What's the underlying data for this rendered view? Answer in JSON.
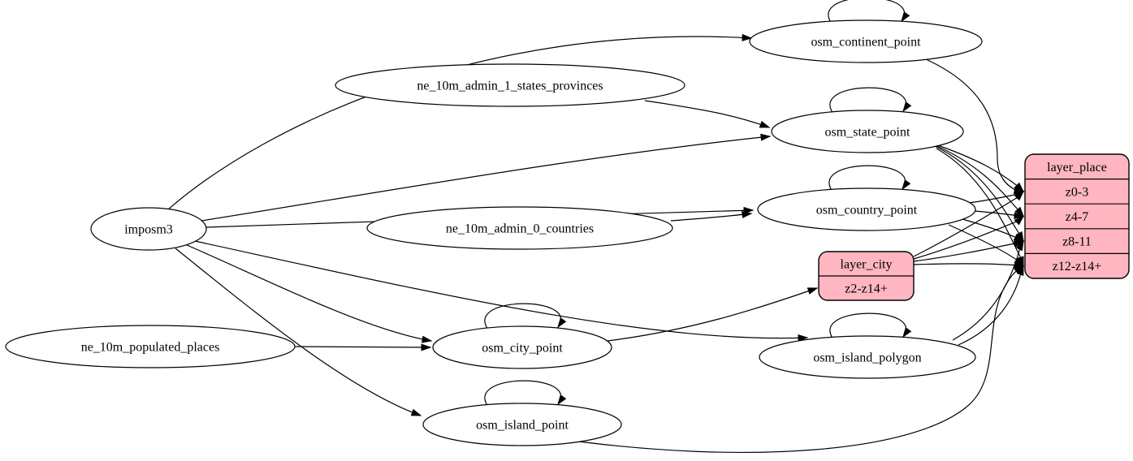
{
  "diagram": {
    "title": "etl-dependency-graph",
    "colors": {
      "background": "#ffffff",
      "ellipse_fill": "#ffffff",
      "record_fill": "#ffb6c1",
      "stroke": "#000000",
      "edge": "#000000"
    },
    "nodes": [
      {
        "id": "imposm3",
        "label": "imposm3",
        "shape": "ellipse"
      },
      {
        "id": "ne_10m_admin_1_states_provinces",
        "label": "ne_10m_admin_1_states_provinces",
        "shape": "ellipse"
      },
      {
        "id": "ne_10m_admin_0_countries",
        "label": "ne_10m_admin_0_countries",
        "shape": "ellipse"
      },
      {
        "id": "ne_10m_populated_places",
        "label": "ne_10m_populated_places",
        "shape": "ellipse"
      },
      {
        "id": "osm_continent_point",
        "label": "osm_continent_point",
        "shape": "ellipse"
      },
      {
        "id": "osm_state_point",
        "label": "osm_state_point",
        "shape": "ellipse"
      },
      {
        "id": "osm_country_point",
        "label": "osm_country_point",
        "shape": "ellipse"
      },
      {
        "id": "osm_city_point",
        "label": "osm_city_point",
        "shape": "ellipse"
      },
      {
        "id": "osm_island_polygon",
        "label": "osm_island_polygon",
        "shape": "ellipse"
      },
      {
        "id": "osm_island_point",
        "label": "osm_island_point",
        "shape": "ellipse"
      },
      {
        "id": "layer_city",
        "label": "layer_city",
        "shape": "record",
        "rows": [
          "z2-z14+"
        ]
      },
      {
        "id": "layer_place",
        "label": "layer_place",
        "shape": "record",
        "rows": [
          "z0-3",
          "z4-7",
          "z8-11",
          "z12-z14+"
        ]
      }
    ],
    "edges": [
      {
        "from": "imposm3",
        "to": "osm_continent_point"
      },
      {
        "from": "imposm3",
        "to": "osm_state_point"
      },
      {
        "from": "imposm3",
        "to": "osm_country_point"
      },
      {
        "from": "imposm3",
        "to": "osm_city_point"
      },
      {
        "from": "imposm3",
        "to": "osm_island_polygon"
      },
      {
        "from": "imposm3",
        "to": "osm_island_point"
      },
      {
        "from": "ne_10m_admin_1_states_provinces",
        "to": "osm_state_point"
      },
      {
        "from": "ne_10m_admin_0_countries",
        "to": "osm_country_point"
      },
      {
        "from": "ne_10m_populated_places",
        "to": "osm_city_point"
      },
      {
        "from": "osm_continent_point",
        "to": "osm_continent_point",
        "self": true
      },
      {
        "from": "osm_state_point",
        "to": "osm_state_point",
        "self": true
      },
      {
        "from": "osm_country_point",
        "to": "osm_country_point",
        "self": true
      },
      {
        "from": "osm_city_point",
        "to": "osm_city_point",
        "self": true
      },
      {
        "from": "osm_island_polygon",
        "to": "osm_island_polygon",
        "self": true
      },
      {
        "from": "osm_island_point",
        "to": "osm_island_point",
        "self": true
      },
      {
        "from": "osm_continent_point",
        "to": "layer_place",
        "row": "z0-3"
      },
      {
        "from": "osm_state_point",
        "to": "layer_place",
        "row": "z0-3"
      },
      {
        "from": "osm_state_point",
        "to": "layer_place",
        "row": "z4-7"
      },
      {
        "from": "osm_state_point",
        "to": "layer_place",
        "row": "z8-11"
      },
      {
        "from": "osm_state_point",
        "to": "layer_place",
        "row": "z12-z14+"
      },
      {
        "from": "osm_country_point",
        "to": "layer_place",
        "row": "z0-3"
      },
      {
        "from": "osm_country_point",
        "to": "layer_place",
        "row": "z4-7"
      },
      {
        "from": "osm_country_point",
        "to": "layer_place",
        "row": "z8-11"
      },
      {
        "from": "osm_country_point",
        "to": "layer_place",
        "row": "z12-z14+"
      },
      {
        "from": "osm_city_point",
        "to": "layer_city",
        "row": "z2-z14+"
      },
      {
        "from": "layer_city",
        "to": "layer_place",
        "row": "z0-3"
      },
      {
        "from": "layer_city",
        "to": "layer_place",
        "row": "z4-7"
      },
      {
        "from": "layer_city",
        "to": "layer_place",
        "row": "z8-11"
      },
      {
        "from": "layer_city",
        "to": "layer_place",
        "row": "z12-z14+"
      },
      {
        "from": "osm_island_polygon",
        "to": "layer_place",
        "row": "z8-11"
      },
      {
        "from": "osm_island_polygon",
        "to": "layer_place",
        "row": "z12-z14+"
      },
      {
        "from": "osm_island_point",
        "to": "layer_place",
        "row": "z12-z14+"
      }
    ]
  }
}
